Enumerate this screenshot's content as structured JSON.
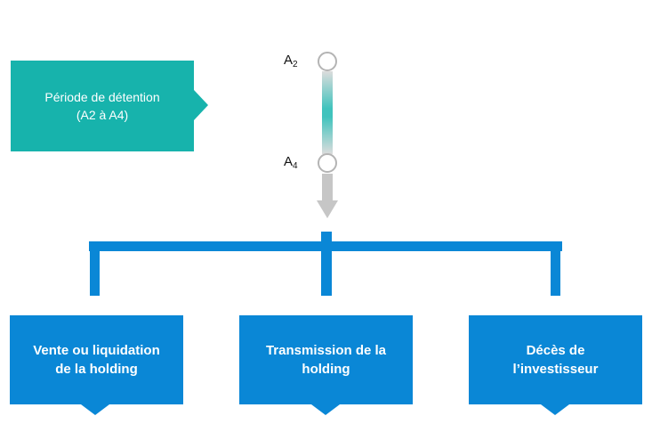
{
  "period": {
    "line1": "Période de détention",
    "line2": "(A2 à A4)"
  },
  "timeline": {
    "start": {
      "letter": "A",
      "index": "2"
    },
    "end": {
      "letter": "A",
      "index": "4"
    }
  },
  "outcomes": [
    {
      "line1": "Vente ou liquidation",
      "line2": "de la holding"
    },
    {
      "line1": "Transmission de la",
      "line2": "holding"
    },
    {
      "line1": "Décès de",
      "line2": "l’investisseur"
    }
  ],
  "colors": {
    "period_fill": "#17b3ac",
    "outcome_fill": "#0a87d6",
    "connector": "#0a87d6",
    "arrow": "#c6c6c6"
  }
}
